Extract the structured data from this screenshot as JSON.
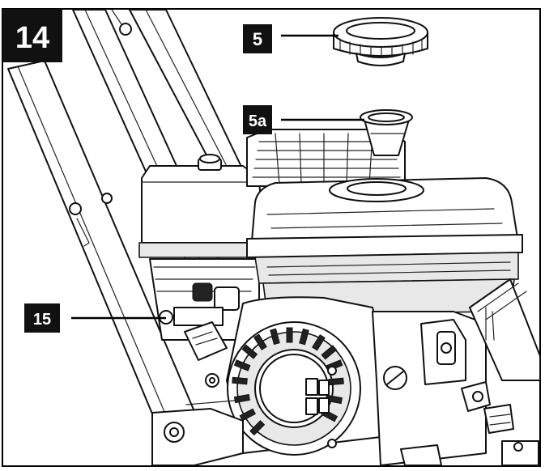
{
  "figure": {
    "number": "14",
    "callouts": [
      {
        "label": "5"
      },
      {
        "label": "5a"
      },
      {
        "label": "15"
      }
    ]
  }
}
